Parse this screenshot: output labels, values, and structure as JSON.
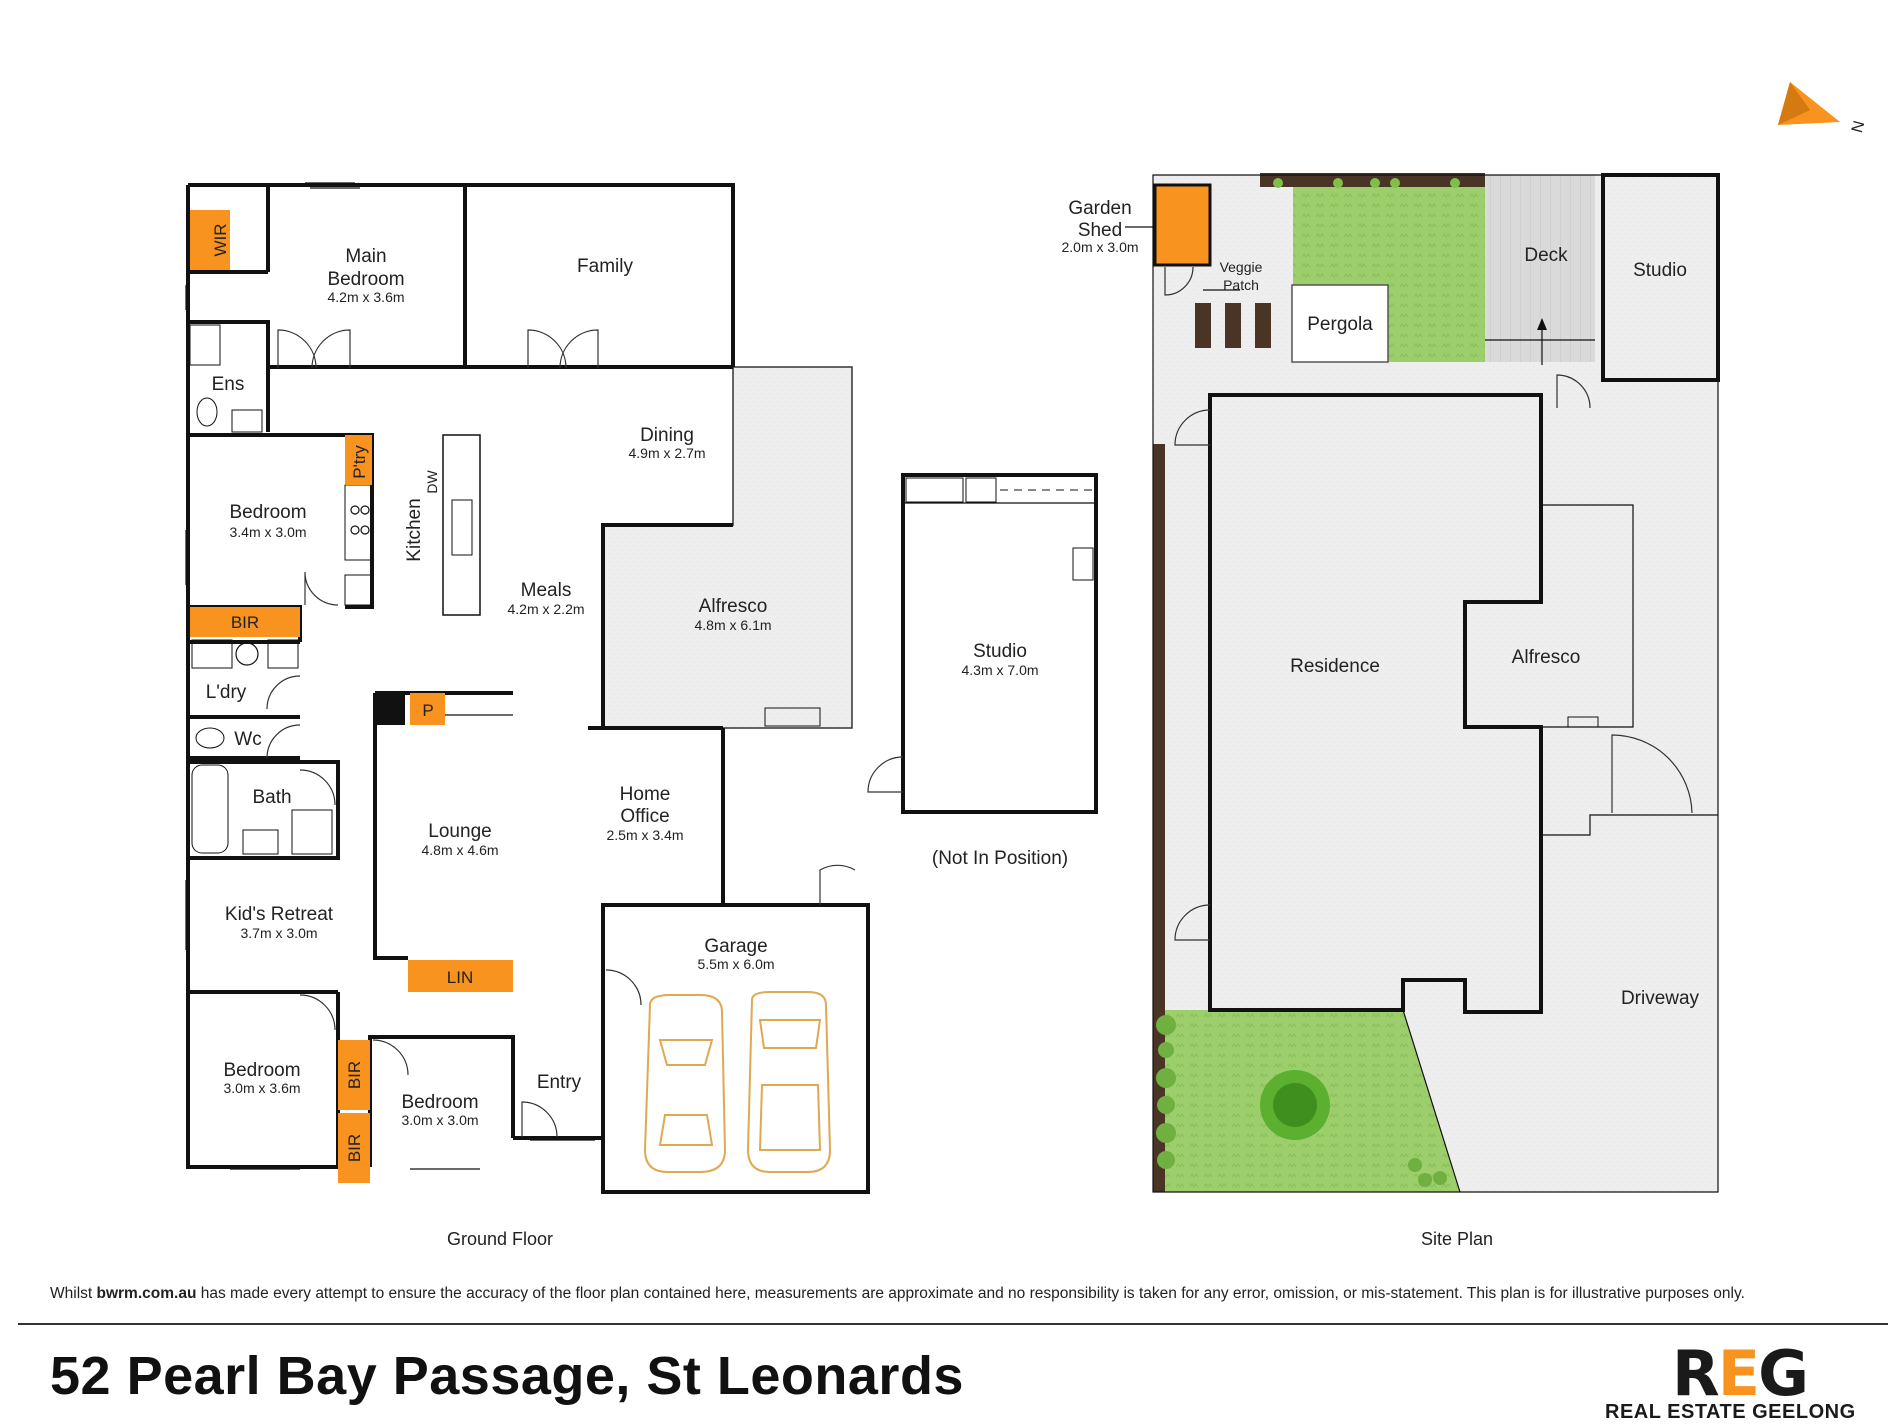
{
  "colors": {
    "orange": "#f7931e",
    "lawn": "#9ccf6b",
    "paving": "#ececec",
    "deck": "#dcdcdc",
    "garden_bed": "#4a3425",
    "car_outline": "#e0a850"
  },
  "compass": {
    "label": "N",
    "icon": "north-arrow-icon"
  },
  "ground_floor": {
    "caption": "Ground Floor",
    "rooms": {
      "main_bedroom": {
        "name": "Main\nBedroom",
        "line1": "Main",
        "line2": "Bedroom",
        "dims": "4.2m x 3.6m"
      },
      "family": {
        "name": "Family"
      },
      "wir": {
        "name": "WIR"
      },
      "ens": {
        "name": "Ens"
      },
      "dining": {
        "name": "Dining",
        "dims": "4.9m x 2.7m"
      },
      "bedroom_2": {
        "name": "Bedroom",
        "dims": "3.4m x 3.0m"
      },
      "ptry": {
        "name": "P'try"
      },
      "kitchen": {
        "name": "Kitchen"
      },
      "dw": {
        "name": "DW"
      },
      "meals": {
        "name": "Meals",
        "dims": "4.2m x 2.2m"
      },
      "alfresco": {
        "name": "Alfresco",
        "dims": "4.8m x 6.1m"
      },
      "bir_1": {
        "name": "BIR"
      },
      "ldry": {
        "name": "L'dry"
      },
      "wc": {
        "name": "Wc"
      },
      "p": {
        "name": "P"
      },
      "bath": {
        "name": "Bath"
      },
      "lounge": {
        "name": "Lounge",
        "dims": "4.8m x 4.6m"
      },
      "home_office": {
        "line1": "Home",
        "line2": "Office",
        "dims": "2.5m x 3.4m"
      },
      "kids_retreat": {
        "name": "Kid's Retreat",
        "dims": "3.7m x 3.0m"
      },
      "lin": {
        "name": "LIN"
      },
      "garage": {
        "name": "Garage",
        "dims": "5.5m x 6.0m"
      },
      "bedroom_3": {
        "name": "Bedroom",
        "dims": "3.0m x 3.6m"
      },
      "bir_2": {
        "name": "BIR"
      },
      "bir_3": {
        "name": "BIR"
      },
      "bedroom_4": {
        "name": "Bedroom",
        "dims": "3.0m x 3.0m"
      },
      "entry": {
        "name": "Entry"
      }
    }
  },
  "studio_plan": {
    "name": "Studio",
    "dims": "4.3m x 7.0m",
    "note": "(Not In Position)"
  },
  "site_plan": {
    "caption": "Site Plan",
    "labels": {
      "garden_shed_1": "Garden",
      "garden_shed_2": "Shed",
      "garden_shed_dims": "2.0m x 3.0m",
      "veggie_1": "Veggie",
      "veggie_2": "Patch",
      "pergola": "Pergola",
      "deck": "Deck",
      "studio": "Studio",
      "residence": "Residence",
      "alfresco": "Alfresco",
      "driveway": "Driveway"
    }
  },
  "footer": {
    "disclaimer_pre": "Whilst ",
    "disclaimer_site": "bwrm.com.au",
    "disclaimer_post": " has made every attempt to ensure the accuracy of the floor plan contained here, measurements are approximate and no responsibility is taken for any error, omission, or mis-statement. This plan is for illustrative purposes only.",
    "address": "52 Pearl Bay Passage, St Leonards",
    "logo_mark_1": "R",
    "logo_mark_2": "E",
    "logo_mark_3": "G",
    "logo_text": "REAL ESTATE GEELONG"
  }
}
